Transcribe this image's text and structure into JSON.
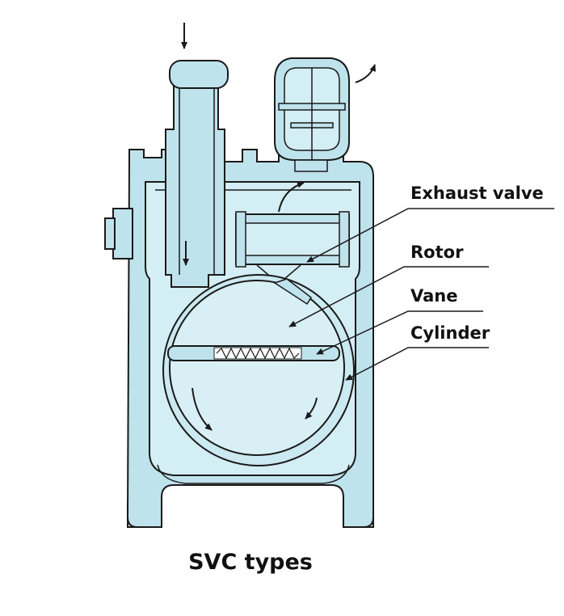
{
  "diagram": {
    "labels": {
      "exhaust_valve": "Exhaust valve",
      "rotor": "Rotor",
      "vane": "Vane",
      "cylinder": "Cylinder"
    },
    "caption": "SVC types",
    "colors": {
      "body_fill": "#bfe3ec",
      "inner_fill": "#d3eef4",
      "line": "#1a1a1a",
      "background": "#ffffff"
    }
  }
}
